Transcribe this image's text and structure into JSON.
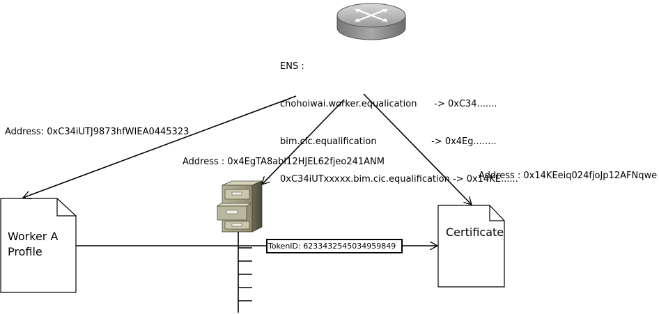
{
  "ens": {
    "title": "ENS :",
    "entries": [
      {
        "name": "chohoiwai.worker.equalication",
        "pad": "      ",
        "target": "-> 0xC34......."
      },
      {
        "name": "bim.cic.equalification",
        "pad": "                   ",
        "target": "-> 0x4Eg........"
      },
      {
        "name": "0xC34iUTxxxxx.bim.cic.equalification",
        "pad": " ",
        "target": "-> 0x14KE......"
      }
    ]
  },
  "addresses": {
    "worker": "Address: 0xC34iUTJ9873hfWIEA0445323",
    "cabinet": "Address : 0x4EgTA8abl12HJEL62fjeo241ANM",
    "certificate": "Address : 0x14KEeiq024fjoJp12AFNqwe"
  },
  "documents": {
    "worker_profile": [
      "Worker A",
      "Profile"
    ],
    "certificate": "Certificate"
  },
  "token": {
    "label": "TokenID: 6233432545034959849"
  },
  "icons": [
    "router-icon",
    "file-cabinet-icon",
    "document-icon"
  ]
}
